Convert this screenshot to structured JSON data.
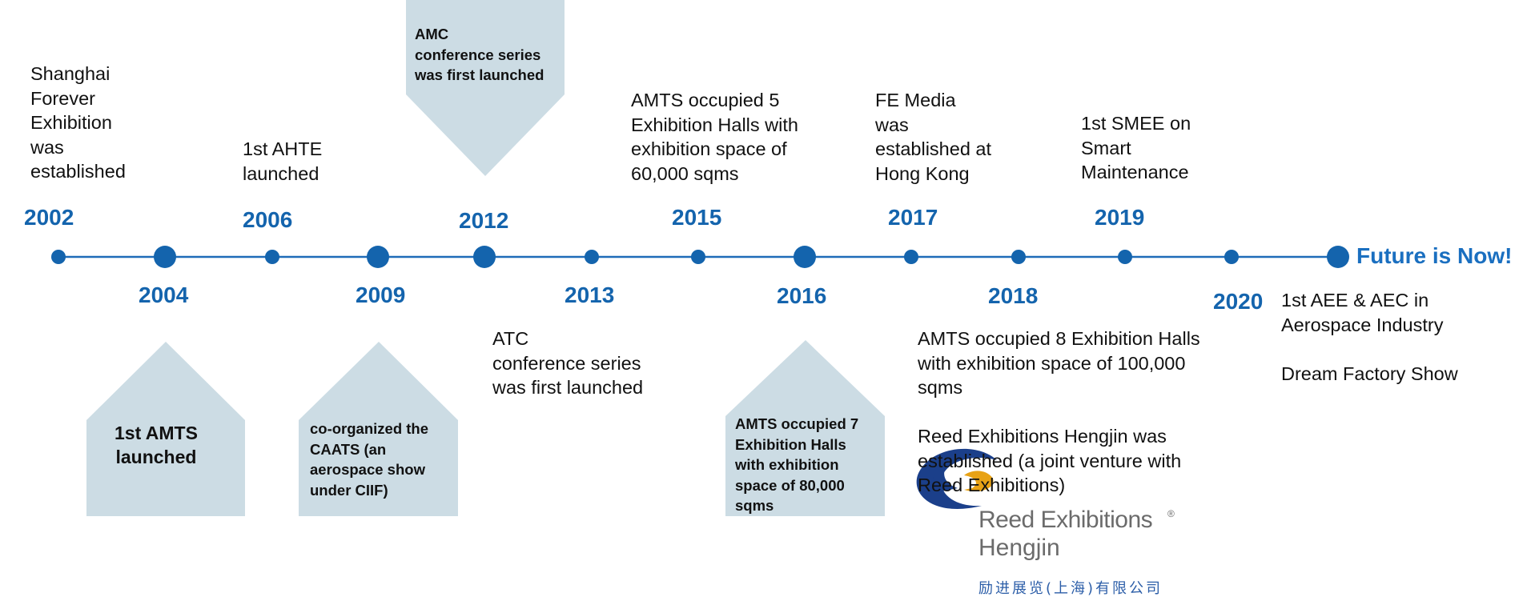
{
  "colors": {
    "accent": "#1464ad",
    "line": "#1f6bb8",
    "shape_fill": "#ccdce4",
    "logo_blue": "#1b3f8a",
    "logo_orange": "#e8a215",
    "logo_gray": "#6b6b6b"
  },
  "events": [
    {
      "year": "2002",
      "text": "Shanghai\nForever\nExhibition\nwas\nestablished"
    },
    {
      "year": "2004",
      "text": "1st AMTS\nlaunched"
    },
    {
      "year": "2006",
      "text": "1st AHTE\n launched"
    },
    {
      "year": "2009",
      "text": " co-organized the\nCAATS (an\naerospace show\nunder CIIF)"
    },
    {
      "year": "2012",
      "text": "AMC\nconference series\nwas first launched"
    },
    {
      "year": "2013",
      "text": "ATC\nconference series\nwas first launched"
    },
    {
      "year": "2015",
      "text": "AMTS occupied 5\nExhibition Halls with\nexhibition space of\n60,000 sqms"
    },
    {
      "year": "2016",
      "text": "AMTS occupied 7\nExhibition Halls\nwith exhibition\nspace of 80,000\nsqms"
    },
    {
      "year": "2017",
      "text": "FE Media\nwas\nestablished at\nHong Kong"
    },
    {
      "year": "2018",
      "text": "AMTS occupied 8 Exhibition Halls\nwith exhibition space of 100,000\nsqms\n\nReed Exhibitions Hengjin was\nestablished (a joint venture with\nReed Exhibitions)"
    },
    {
      "year": "2019",
      "text": "1st SMEE on\nSmart\nMaintenance"
    },
    {
      "year": "2020",
      "text": "1st AEE & AEC in\nAerospace Industry\n\nDream Factory Show"
    }
  ],
  "future": {
    "label": "Future is Now!"
  },
  "logo": {
    "line1": "Reed Exhibitions",
    "reg": "®",
    "line2": "Hengjin",
    "chinese": "励进展览(上海)有限公司"
  }
}
